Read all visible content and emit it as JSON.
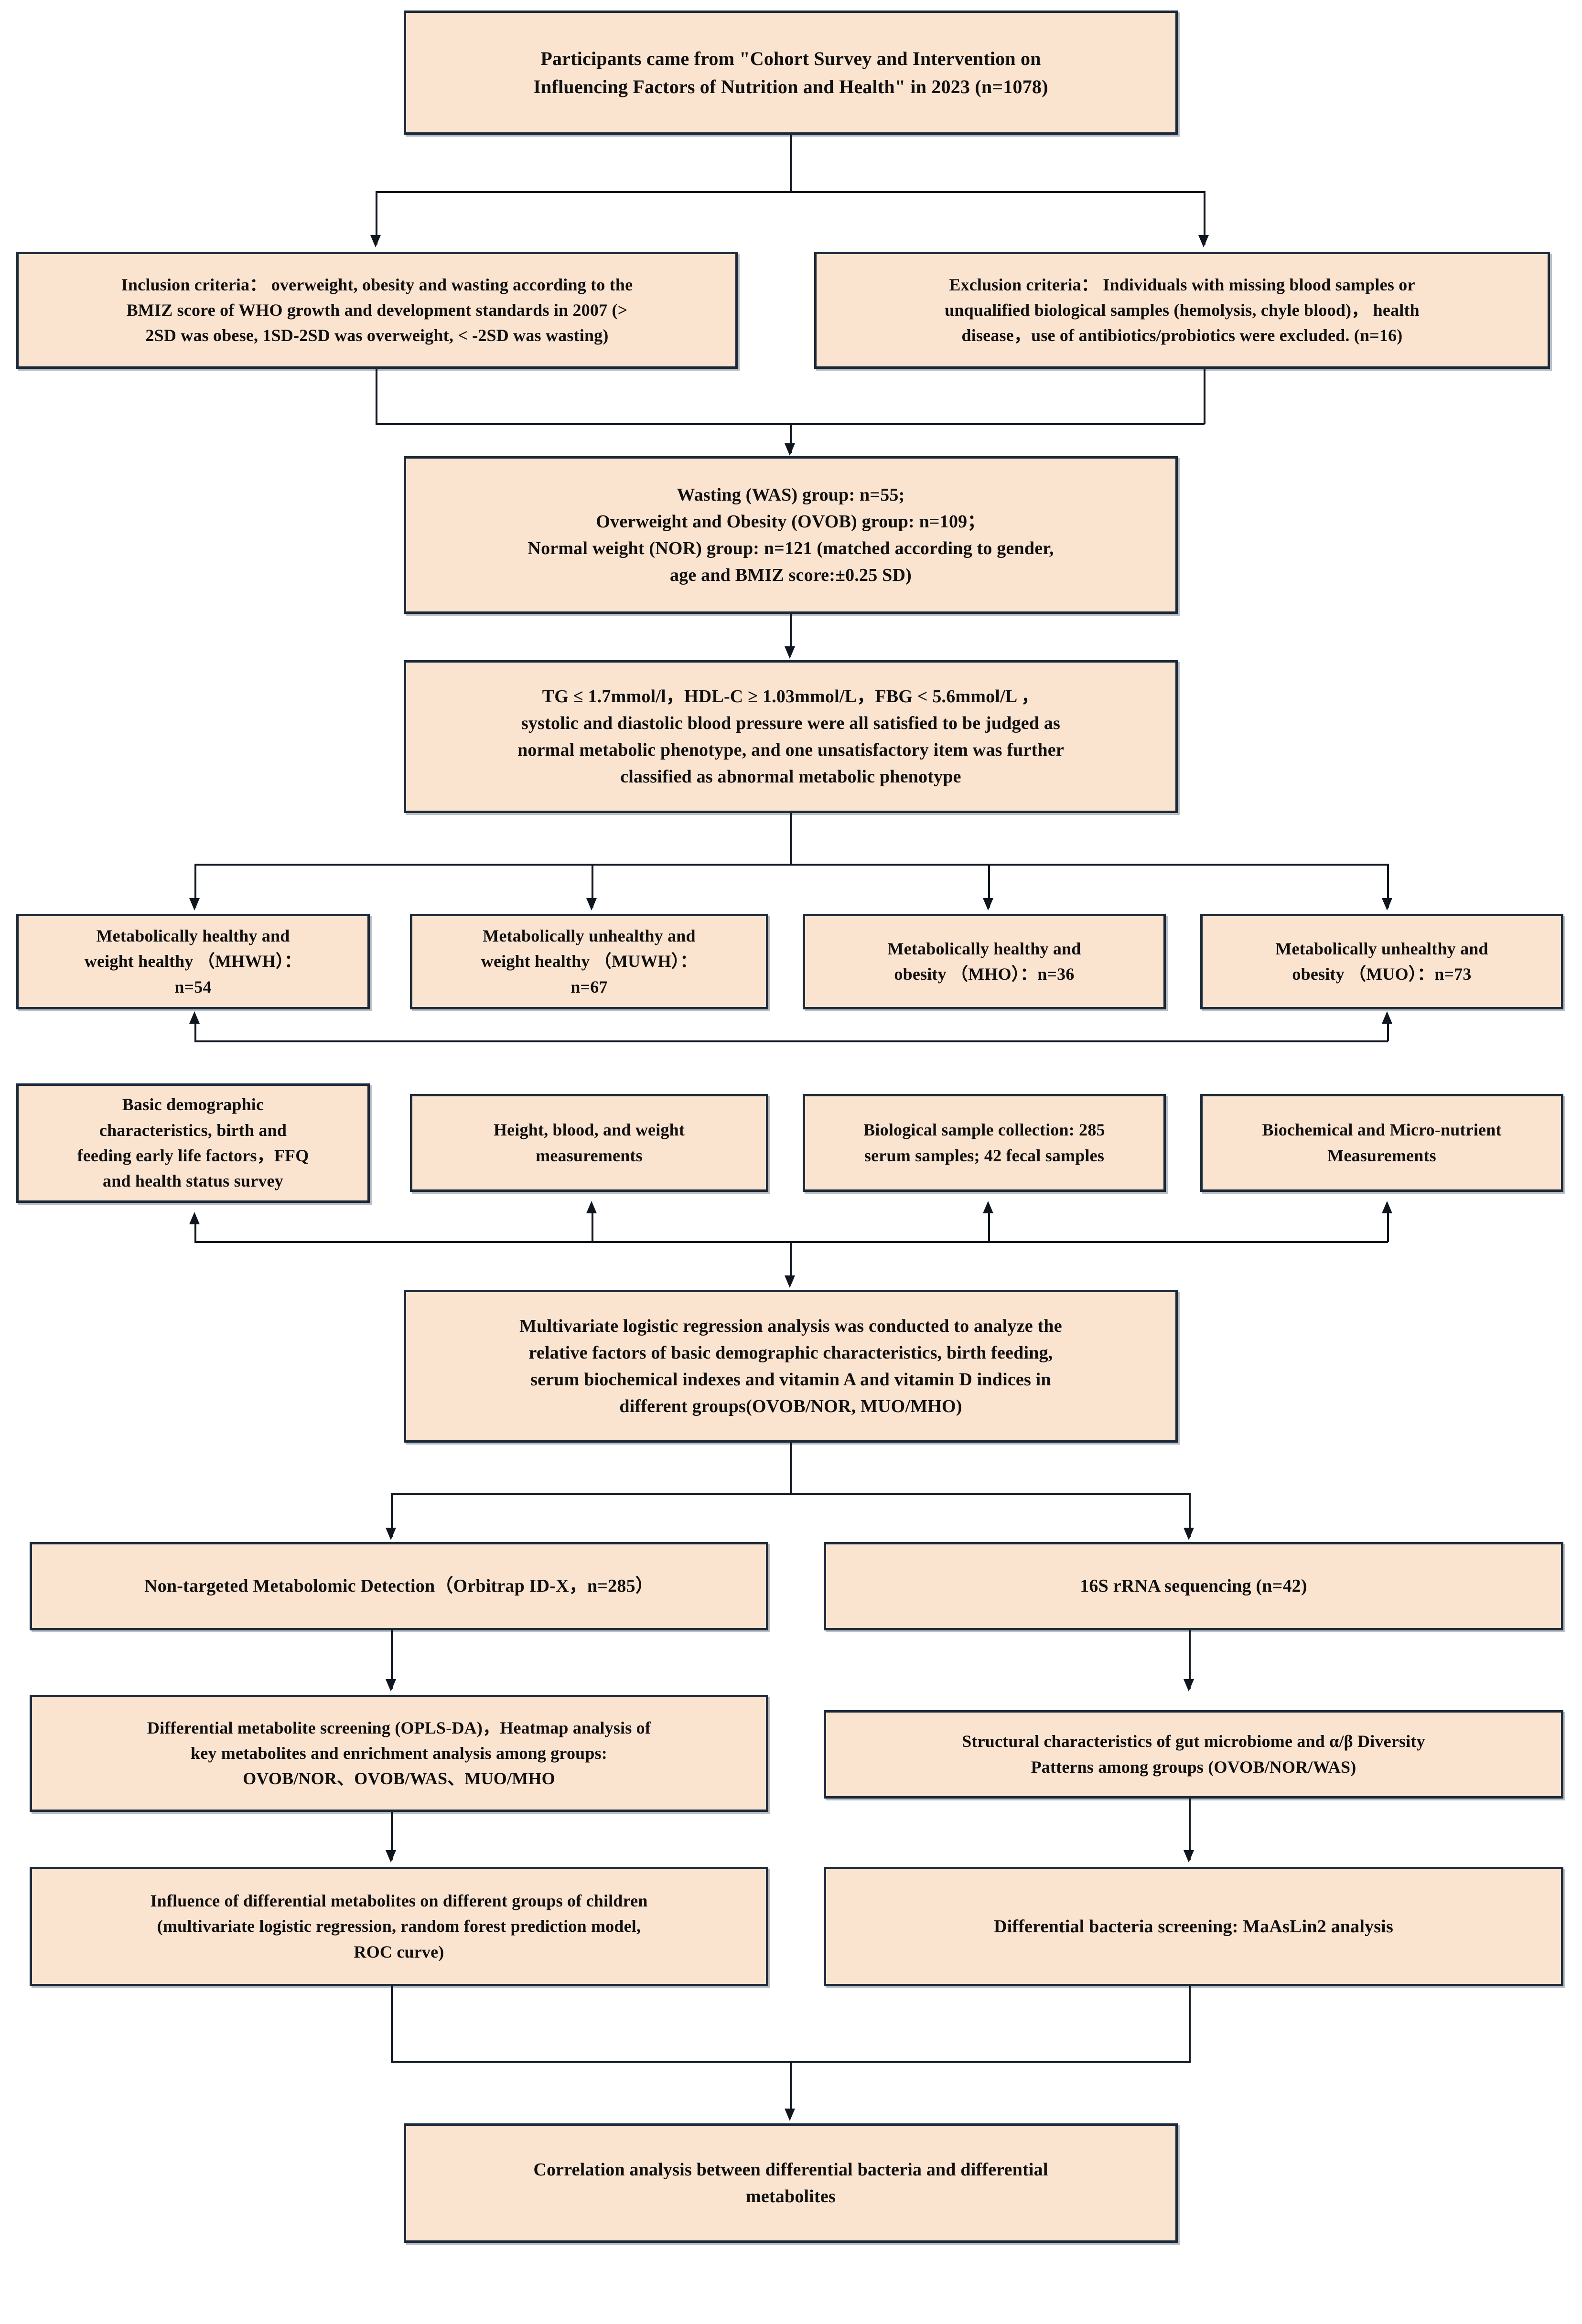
{
  "diagram": {
    "title": "Study design flowchart",
    "colors": {
      "box_fill": "#fae3cf",
      "box_border": "#1b2a3a",
      "connector": "#10161f",
      "page_background": "#ffffff"
    },
    "nodes": {
      "source": "Participants came from \"Cohort Survey and Intervention on\nInfluencing Factors of Nutrition and Health\" in 2023 (n=1078)",
      "inclusion": "Inclusion criteria：  overweight, obesity and wasting according to the\nBMIZ score of WHO growth and development standards in 2007 (>\n2SD was obese, 1SD-2SD was overweight, < -2SD was wasting)",
      "exclusion": "Exclusion criteria：  Individuals with missing blood samples or\nunqualified biological samples (hemolysis, chyle blood)，  health\ndisease，use of antibiotics/probiotics were excluded. (n=16)",
      "groups": "Wasting (WAS) group: n=55;\nOverweight and Obesity (OVOB) group: n=109；\nNormal weight (NOR) group: n=121 (matched according to gender,\nage and BMIZ score:±0.25 SD)",
      "metabolic_criteria": "TG ≤ 1.7mmol/l，HDL-C ≥ 1.03mmol/L，FBG < 5.6mmol/L ，\nsystolic and diastolic blood pressure were all satisfied to be judged as\nnormal metabolic phenotype, and one unsatisfactory item was further\nclassified as abnormal metabolic phenotype",
      "mhwh": "Metabolically healthy and\nweight healthy （MHWH）：\nn=54",
      "muwh": "Metabolically unhealthy and\nweight healthy （MUWH）：\nn=67",
      "mho": "Metabolically healthy and\nobesity （MHO）：n=36",
      "muo": "Metabolically unhealthy and\nobesity （MUO）：n=73",
      "demographics": "Basic demographic\ncharacteristics, birth and\nfeeding early life factors，FFQ\nand health status survey",
      "measurements": "Height, blood, and weight\nmeasurements",
      "samples": "Biological sample collection: 285\nserum samples; 42 fecal samples",
      "biochem": "Biochemical and Micro-nutrient\nMeasurements",
      "regression": "Multivariate logistic regression analysis was conducted to analyze the\nrelative factors of basic demographic characteristics, birth feeding,\nserum biochemical indexes and vitamin A and vitamin D indices in\ndifferent groups(OVOB/NOR, MUO/MHO)",
      "metabolomics": "Non-targeted Metabolomic Detection（Orbitrap ID-X，n=285）",
      "sequencing": "16S rRNA sequencing (n=42)",
      "metabolite_screening": "Differential metabolite screening (OPLS-DA)，Heatmap analysis of\nkey metabolites and enrichment analysis among groups:\nOVOB/NOR、OVOB/WAS、MUO/MHO",
      "microbiome_structure": "Structural characteristics of gut microbiome and α/β Diversity\nPatterns among groups (OVOB/NOR/WAS)",
      "metabolite_influence": "Influence of differential metabolites on different groups of children\n(multivariate logistic regression, random forest prediction model,\nROC curve)",
      "bacteria_screening": "Differential bacteria screening: MaAsLin2 analysis",
      "correlation": "Correlation analysis between differential bacteria and differential\nmetabolites"
    }
  }
}
